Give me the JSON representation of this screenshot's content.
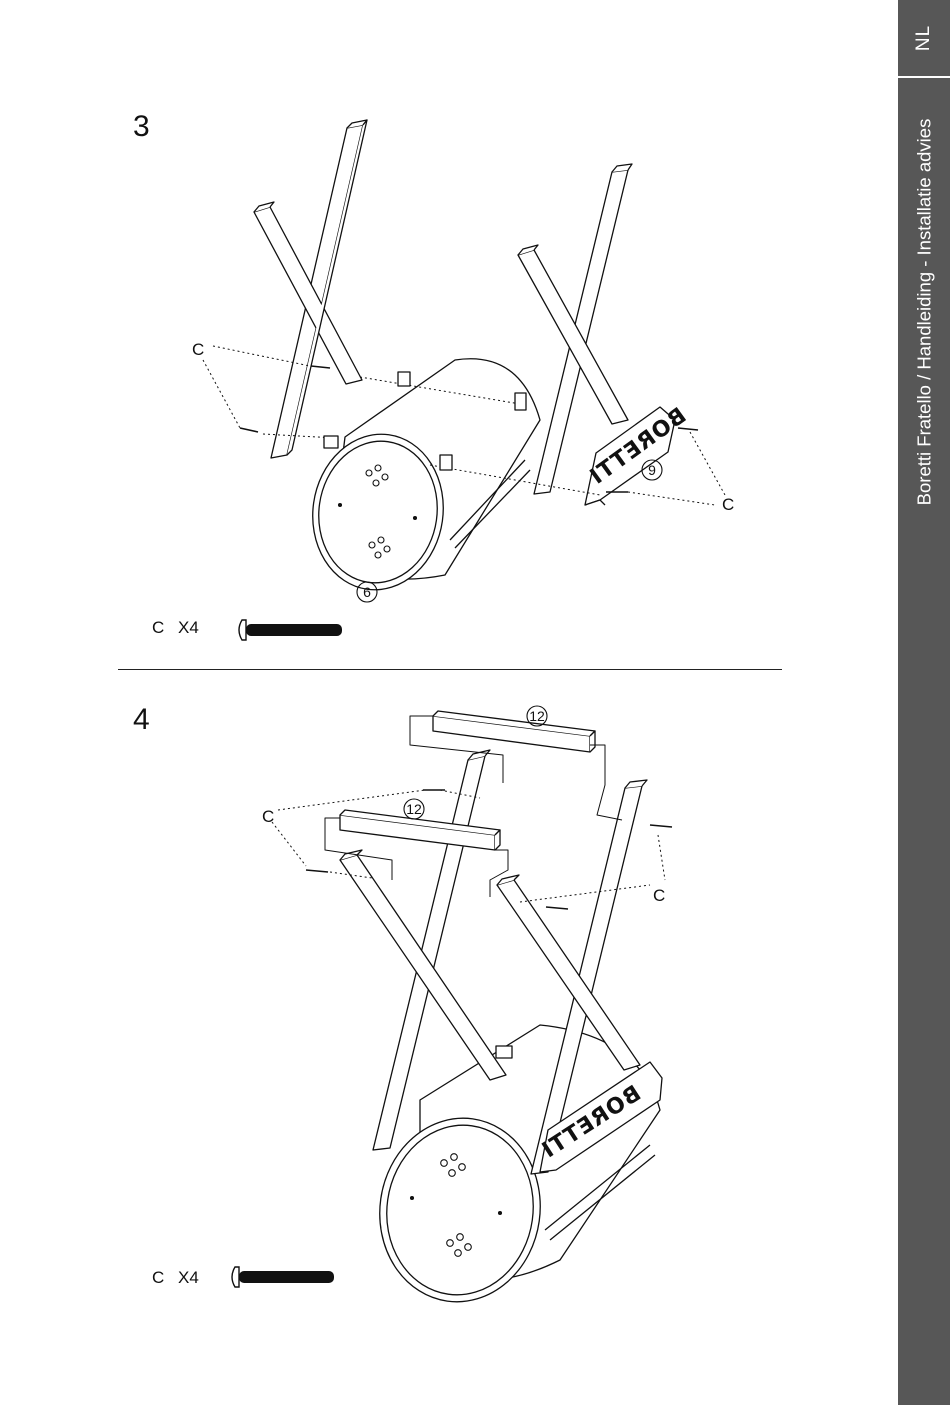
{
  "sidebar": {
    "language": "NL",
    "title": "Boretti Fratello / Handleiding - Installatie advies"
  },
  "steps": [
    {
      "number": "3",
      "screw_label": "C",
      "quantity": "X4",
      "part_labels": [
        "6",
        "9"
      ],
      "logo_text": "BORETTI"
    },
    {
      "number": "4",
      "screw_label": "C",
      "quantity": "X4",
      "part_labels": [
        "12",
        "12"
      ],
      "logo_text": "BORETTI"
    }
  ]
}
